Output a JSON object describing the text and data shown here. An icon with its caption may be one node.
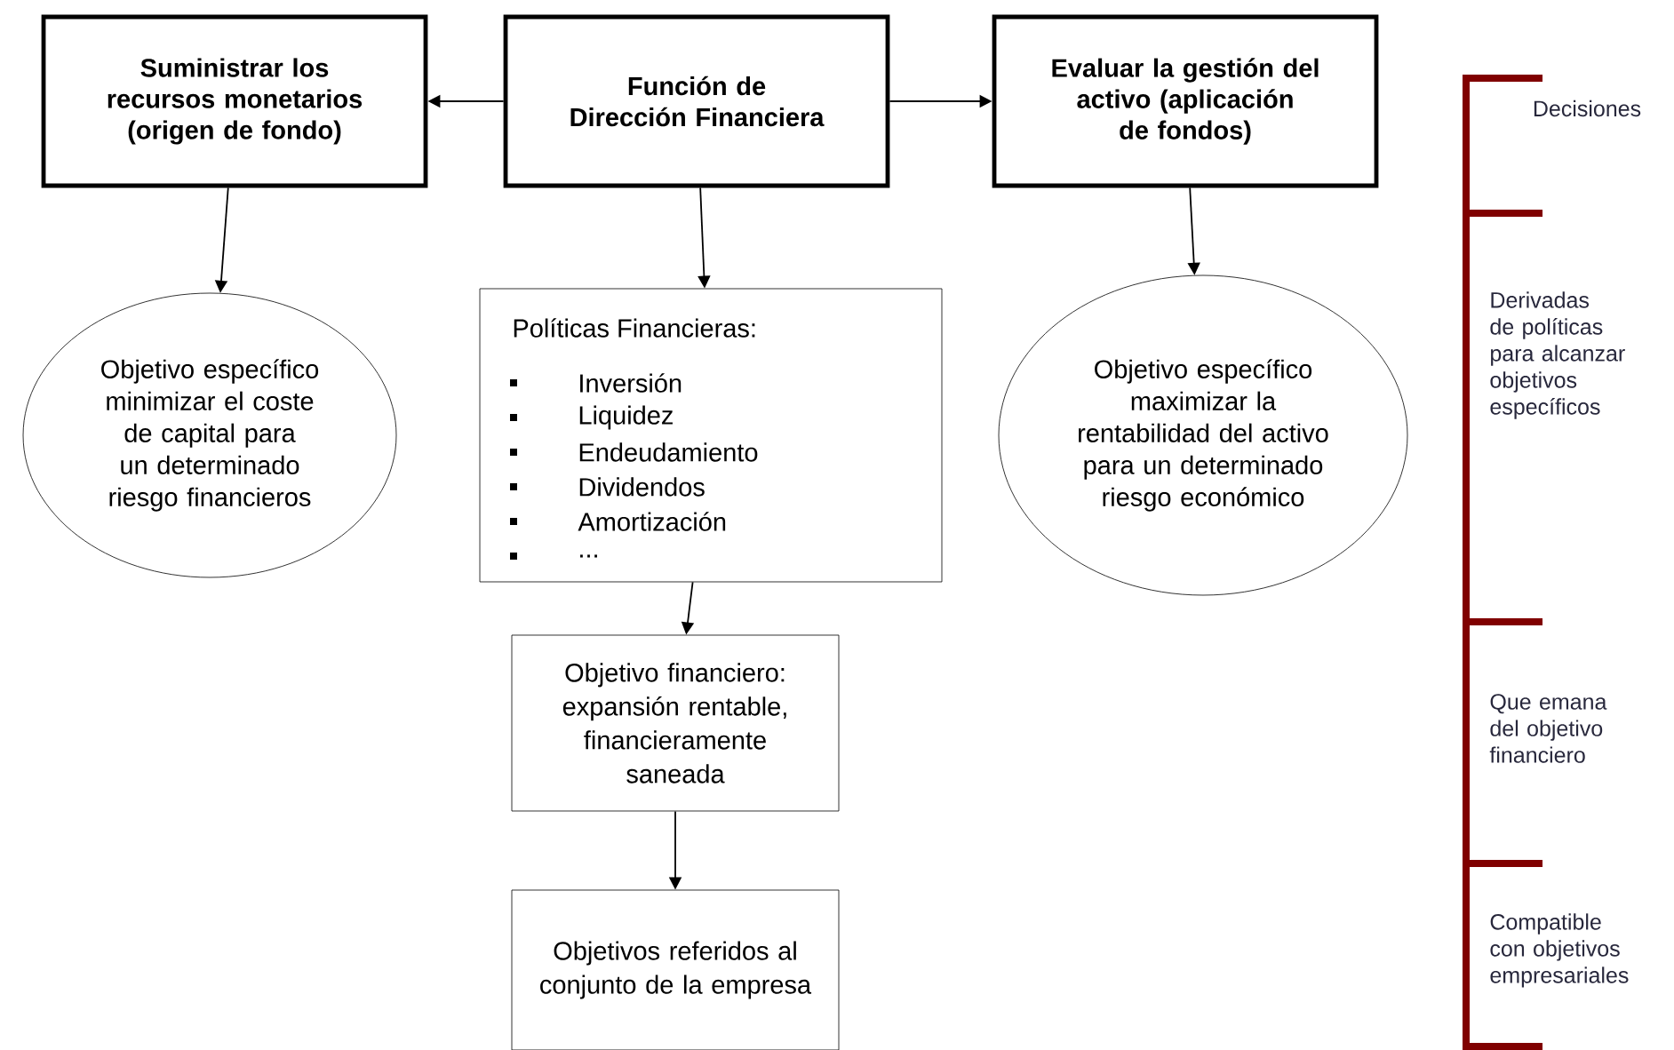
{
  "diagram": {
    "nodes": [
      {
        "text": [
          "Suministrar los recursos monetarios (origen de fondo)"
        ]
      },
      {
        "text": [
          "Función de Dirección Financiera"
        ]
      },
      {
        "text": [
          "Evaluar la gestión del activo (aplicación de fondos)"
        ]
      },
      {
        "text": [
          "Objetivo específico minimizar el coste de capital para un determinado riesgo financieros"
        ]
      },
      {
        "text": [
          "Políticas Financieras:",
          "Inversión",
          "Liquidez",
          "Endeudamiento",
          "Dividendos",
          "Amortización",
          "..."
        ]
      },
      {
        "text": [
          "Objetivo específico maximizar la rentabilidad del activo para un determinado riesgo económico"
        ]
      },
      {
        "text": [
          "Objetivo financiero: expansión rentable, financieramente saneada"
        ]
      },
      {
        "text": [
          "Objetivos referidos al conjunto de la empresa"
        ]
      }
    ],
    "edges": [
      {
        "from": 1,
        "to": 0,
        "arrow": "to"
      },
      {
        "from": 1,
        "to": 2,
        "arrow": "to"
      },
      {
        "from": 0,
        "to": 3,
        "arrow": "to"
      },
      {
        "from": 1,
        "to": 4,
        "arrow": "to"
      },
      {
        "from": 2,
        "to": 5,
        "arrow": "to"
      },
      {
        "from": 4,
        "to": 6,
        "arrow": "to"
      },
      {
        "from": 6,
        "to": 7,
        "arrow": "to"
      }
    ],
    "labels": [
      "Decisiones",
      "Derivadas de políticas para alcanzar objetivos específicos",
      "Que emana del objetivo financiero",
      "Compatible con objetivos empresariales"
    ]
  }
}
